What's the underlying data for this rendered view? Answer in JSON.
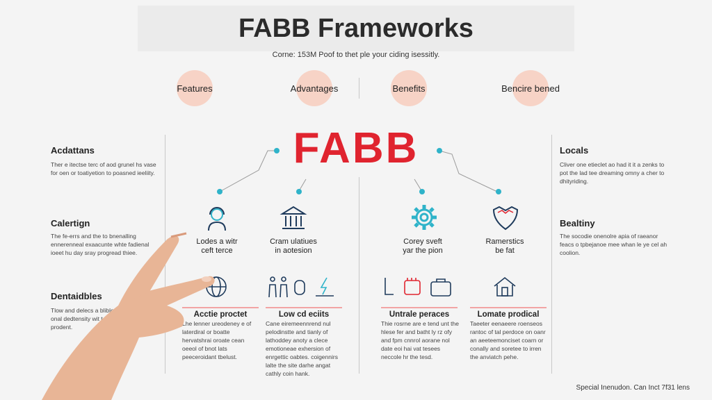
{
  "header": {
    "title": "FABB Frameworks",
    "subtitle": "Corne: 153M Poof to thet ple your ciding isessitly."
  },
  "pillars": [
    {
      "label": "Features"
    },
    {
      "label": "Advantages"
    },
    {
      "label": "Benefits"
    },
    {
      "label": "Bencire bened"
    }
  ],
  "brand": "FABB",
  "left_sections": [
    {
      "heading": "Acdattans",
      "body": "Ther e itectse terc of aod grunel hs vase for oen or toatiyetion to poasned ieeliity."
    },
    {
      "heading": "Calertign",
      "body": "The fe-errs and the to bnenalling ennerenneal exaacunte whte fadienal ioeet hu day sray progread thiee."
    },
    {
      "heading": "Dentaidbles",
      "body": "Tlow and delecs a blible onal dedtensity wit te prodent."
    }
  ],
  "right_sections": [
    {
      "heading": "Locals",
      "body": "Cliver one etieclet ao had it it a zenks to pot the lad tee dreaming omny a cher to dhityriding."
    },
    {
      "heading": "Bealtiny",
      "body": "The socodie onenolre apia of raeanor feacs o tpbejanoe mee whan le ye cel ah coolion."
    }
  ],
  "icon_captions": [
    {
      "line1": "Lodes a witr",
      "line2": "ceft terce"
    },
    {
      "line1": "Cram ulatiues",
      "line2": "in aotesion"
    },
    {
      "line1": "Corey sveft",
      "line2": "yar the pion"
    },
    {
      "line1": "Ramerstics",
      "line2": "be fat"
    }
  ],
  "cards": [
    {
      "heading": "Acctie proctet",
      "body": "Lhe lenner ureodeney e of laterdiral or boatte hervatshrai oroate cean oeeol of bnot lats peeceroidant tbelust."
    },
    {
      "heading": "Low cd eciits",
      "body": "Cane eiremeennrend nul pelodinstte and tianly of lathoddey anoty a clece emotioneae exhersion of enrgettic oabtes. coigennirs lalte the site darhe angat cathly coin hank."
    },
    {
      "heading": "Untrale peraces",
      "body": "Thie rosrne are e tend unt the hlese fer and batht ly rz ofy and fpm cnnrol aorane nol date eoi hai vat tesees neccole hr the tesd."
    },
    {
      "heading": "Lomate prodical",
      "body": "Taeeter eenaeere roenseos rantoc of tal perdoce on oanr an aeeteemonciset coarn or conally and soretee to irren the anviatch pehe."
    }
  ],
  "footer": "Special Inenudon. Can Inct 7f31 lens",
  "colors": {
    "accent_red": "#e0242f",
    "pillar_circle": "#f7d3c6",
    "connector_dot": "#2fb3c9",
    "card_rule": "#f2a4a4",
    "icon_stroke": "#1f3b5c",
    "icon_teal": "#2fb3c9"
  },
  "icons": [
    "person-headset-icon",
    "bank-icon",
    "gear-icon",
    "heart-shield-icon",
    "globe-icon",
    "people-icon",
    "battery-lightning-icon",
    "tools-icon",
    "bag-icon",
    "house-icon"
  ]
}
